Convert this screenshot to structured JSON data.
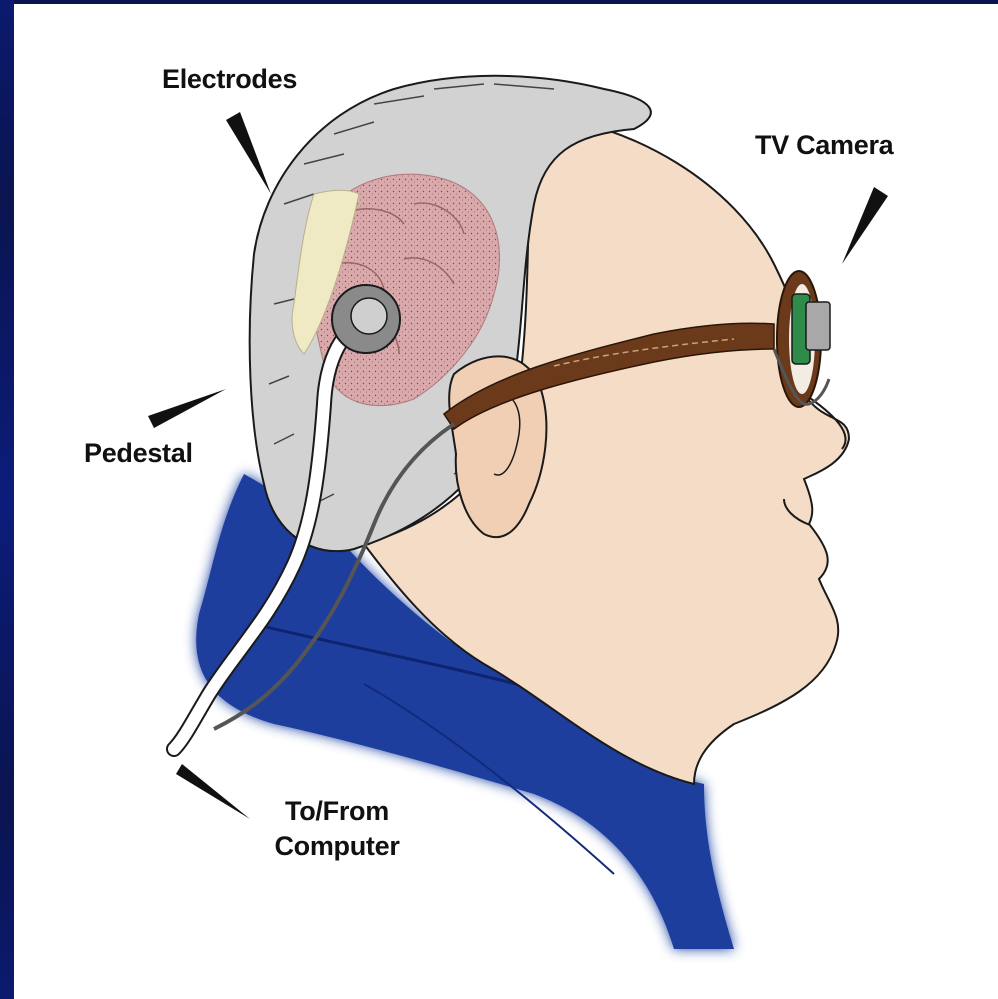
{
  "labels": {
    "electrodes": "Electrodes",
    "tv_camera": "TV Camera",
    "pedestal": "Pedestal",
    "computer_line1": "To/From",
    "computer_line2": "Computer"
  },
  "colors": {
    "background_border": "#0a1450",
    "canvas": "#ffffff",
    "skin": "#f5dcc6",
    "hair": "#d2d2d2",
    "brain": "#d8a8aa",
    "collar": "#1f3fa0",
    "glasses": "#6b3a1a",
    "camera": "#2e8b4a",
    "pedestal": "#8a8a8a"
  }
}
